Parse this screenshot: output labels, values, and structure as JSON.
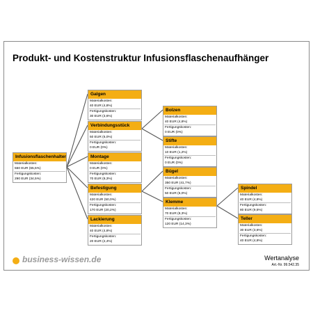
{
  "title": "Produkt- und Kostenstruktur Infusionsflaschenaufhänger",
  "nodes": {
    "root": {
      "name": "Infusionsflaschenhalter",
      "mat_label": "Materialkosten:",
      "mat_value": "550 EUR (65,5%)",
      "fert_label": "Fertigungskosten:",
      "fert_value": "290 EUR (34,5%)"
    },
    "galgen": {
      "name": "Galgen",
      "mat_label": "Materialkosten:",
      "mat_value": "40 EUR (4,8%)",
      "fert_label": "Fertigungskosten:",
      "fert_value": "30 EUR (3,6%)"
    },
    "verb": {
      "name": "Verbindungsstück",
      "mat_label": "Materialkosten:",
      "mat_value": "50 EUR (6,0%)",
      "fert_label": "Fertigungskosten:",
      "fert_value": "0 EUR (0%)"
    },
    "mont": {
      "name": "Montage",
      "mat_label": "Materialkosten:",
      "mat_value": "0 EUR (0%)",
      "fert_label": "Fertigungskosten:",
      "fert_value": "70 EUR (8,3%)"
    },
    "bef": {
      "name": "Befestigung",
      "mat_label": "Materialkosten:",
      "mat_value": "420 EUR (50,0%)",
      "fert_label": "Fertigungskosten:",
      "fert_value": "170 EUR (20,2%)"
    },
    "lack": {
      "name": "Lackierung",
      "mat_label": "Materialkosten:",
      "mat_value": "40 EUR (4,8%)",
      "fert_label": "Fertigungskosten:",
      "fert_value": "20 EUR (2,4%)"
    },
    "bolzen": {
      "name": "Bolzen",
      "mat_label": "Materialkosten:",
      "mat_value": "40 EUR (4,8%)",
      "fert_label": "Fertigungskosten:",
      "fert_value": "0 EUR (0%)"
    },
    "stifte": {
      "name": "Stifte",
      "mat_label": "Materialkosten:",
      "mat_value": "10 EUR (1,2%)",
      "fert_label": "Fertigungskosten:",
      "fert_value": "0 EUR (0%)"
    },
    "buegel": {
      "name": "Bügel",
      "mat_label": "Materialkosten:",
      "mat_value": "350 EUR (41,7%)",
      "fert_label": "Fertigungskosten:",
      "fert_value": "50 EUR (6,0%)"
    },
    "klemme": {
      "name": "Klemme",
      "mat_label": "Materialkosten:",
      "mat_value": "70 EUR (8,3%)",
      "fert_label": "Fertigungskosten:",
      "fert_value": "120 EUR (14,3%)"
    },
    "spindel": {
      "name": "Spindel",
      "mat_label": "Materialkosten:",
      "mat_value": "40 EUR (4,8%)",
      "fert_label": "Fertigungskosten:",
      "fert_value": "80 EUR (9,5%)"
    },
    "teller": {
      "name": "Teller",
      "mat_label": "Materialkosten:",
      "mat_value": "30 EUR (3,6%)",
      "fert_label": "Fertigungskosten:",
      "fert_value": "40 EUR (4,8%)"
    }
  },
  "footer": {
    "logo": "business-wissen.de",
    "label": "Wertanalyse",
    "art_nr": "Art.-Nr. 99.542.35"
  },
  "colors": {
    "accent": "#f4ae14",
    "line": "#555555",
    "border": "#9b9b9b"
  }
}
